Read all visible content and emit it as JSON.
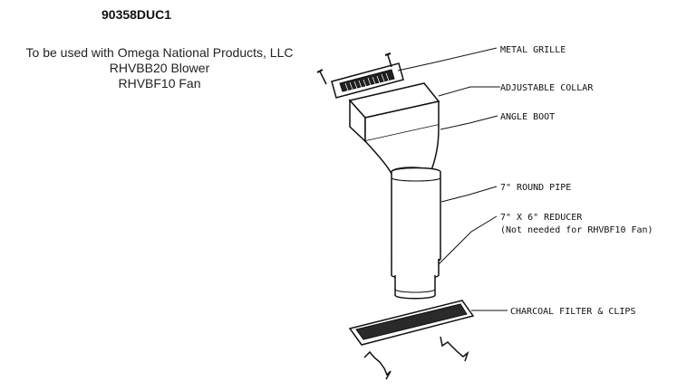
{
  "header": {
    "model_number": "90358DUC1",
    "usage_lines": [
      "To be used with Omega National Products, LLC",
      "RHVBB20 Blower",
      "RHVBF10 Fan"
    ]
  },
  "callouts": {
    "metal_grille": "METAL GRILLE",
    "adjustable_collar": "ADJUSTABLE COLLAR",
    "angle_boot": "ANGLE BOOT",
    "round_pipe": "7\" ROUND PIPE",
    "reducer": "7\" X 6\" REDUCER",
    "reducer_note": "(Not needed for RHVBF10 Fan)",
    "charcoal_filter": "CHARCOAL FILTER & CLIPS"
  },
  "colors": {
    "line": "#111111",
    "filter_fill": "#2a2a2a",
    "text": "#222222"
  }
}
